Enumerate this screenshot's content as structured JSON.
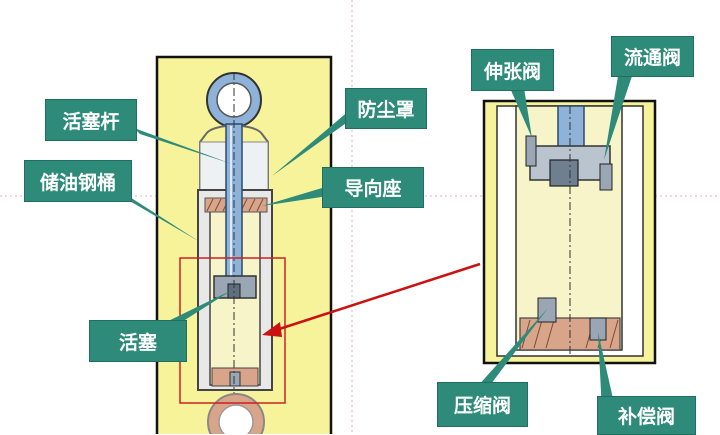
{
  "labels": {
    "piston_rod": "活塞杆",
    "dust_cover": "防尘罩",
    "reservoir_tube": "储油钢桶",
    "guide_seat": "导向座",
    "piston": "活塞",
    "rebound_valve": "伸张阀",
    "flow_valve": "流通阀",
    "compression_valve": "压缩阀",
    "compensation_valve": "补偿阀"
  },
  "colors": {
    "label_bg": "#2e8b7a",
    "panel_yellow": "#f7f39a",
    "oil_fill": "#f6f4c8",
    "rod_blue": "#8fb3d8",
    "highlight_box": "#cc2222",
    "arrow": "#cc1111"
  }
}
